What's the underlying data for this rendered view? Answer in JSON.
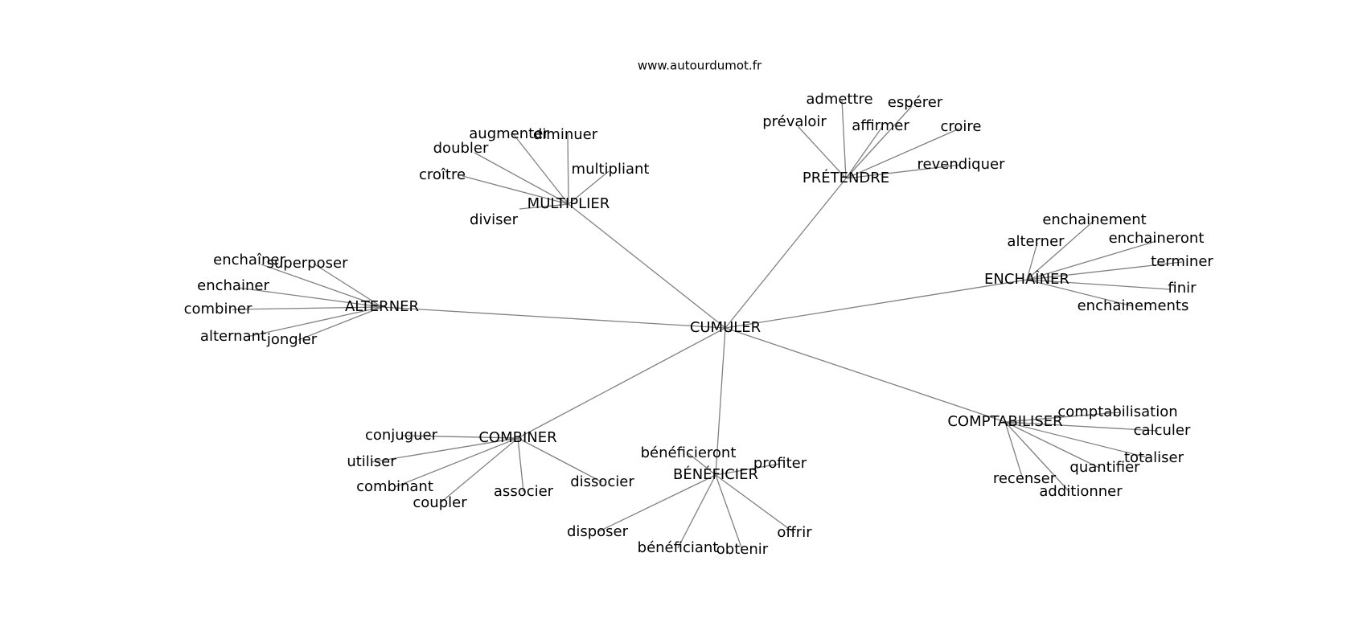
{
  "site": "www.autourdumot.fr",
  "center": "CUMULER",
  "clusters": [
    {
      "word": "MULTIPLIER",
      "related": [
        "augmenter",
        "diminuer",
        "doubler",
        "multipliant",
        "croître",
        "diviser"
      ]
    },
    {
      "word": "PRÉTENDRE",
      "related": [
        "admettre",
        "espérer",
        "prévaloir",
        "affirmer",
        "croire",
        "revendiquer"
      ]
    },
    {
      "word": "ENCHAÎNER",
      "related": [
        "enchainement",
        "alterner",
        "enchaineront",
        "terminer",
        "finir",
        "enchainements"
      ]
    },
    {
      "word": "ALTERNER",
      "related": [
        "enchaîner",
        "superposer",
        "enchainer",
        "combiner",
        "alternant",
        "jongler"
      ]
    },
    {
      "word": "COMPTABILISER",
      "related": [
        "comptabilisation",
        "calculer",
        "totaliser",
        "quantifier",
        "recenser",
        "additionner"
      ]
    },
    {
      "word": "COMBINER",
      "related": [
        "conjuguer",
        "utiliser",
        "combinant",
        "coupler",
        "associer",
        "dissocier"
      ]
    },
    {
      "word": "BÉNÉFICIER",
      "related": [
        "bénéficieront",
        "profiter",
        "disposer",
        "bénéficiant",
        "obtenir",
        "offrir"
      ]
    }
  ],
  "colors": {
    "edge": "#808080",
    "text": "#000000",
    "background": "#ffffff"
  }
}
